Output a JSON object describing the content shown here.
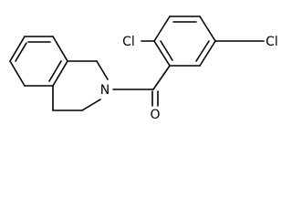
{
  "structure": {
    "atoms": {
      "nitrogen": "N",
      "oxygen": "O",
      "chlorine_left": "Cl",
      "chlorine_right": "Cl"
    },
    "colors": {
      "bond": "#000000",
      "label": "#000000",
      "background": "#ffffff"
    }
  }
}
